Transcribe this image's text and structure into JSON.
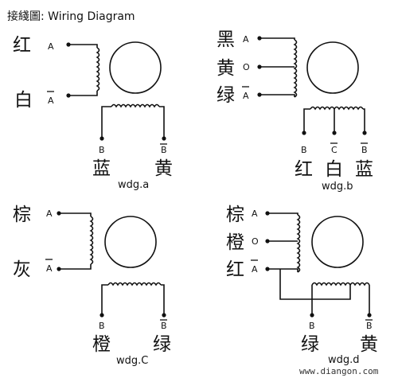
{
  "title": "接綫圖: Wiring Diagram",
  "watermark": "www.diangon.com",
  "diagrams": [
    {
      "caption": "wdg.a",
      "labels": [
        "红",
        "白",
        "蓝",
        "黄"
      ],
      "pins": [
        "A",
        "A",
        "B",
        "B"
      ]
    },
    {
      "caption": "wdg.b",
      "labels": [
        "黑",
        "黄",
        "绿",
        "红",
        "白",
        "蓝"
      ],
      "pins": [
        "A",
        "O",
        "A",
        "B",
        "C",
        "B"
      ]
    },
    {
      "caption": "wdg.C",
      "labels": [
        "棕",
        "灰",
        "橙",
        "绿"
      ],
      "pins": [
        "A",
        "A",
        "B",
        "B"
      ]
    },
    {
      "caption": "wdg.d",
      "labels": [
        "棕",
        "橙",
        "红",
        "绿",
        "黄"
      ],
      "pins": [
        "A",
        "O",
        "A",
        "B",
        "B"
      ]
    }
  ]
}
